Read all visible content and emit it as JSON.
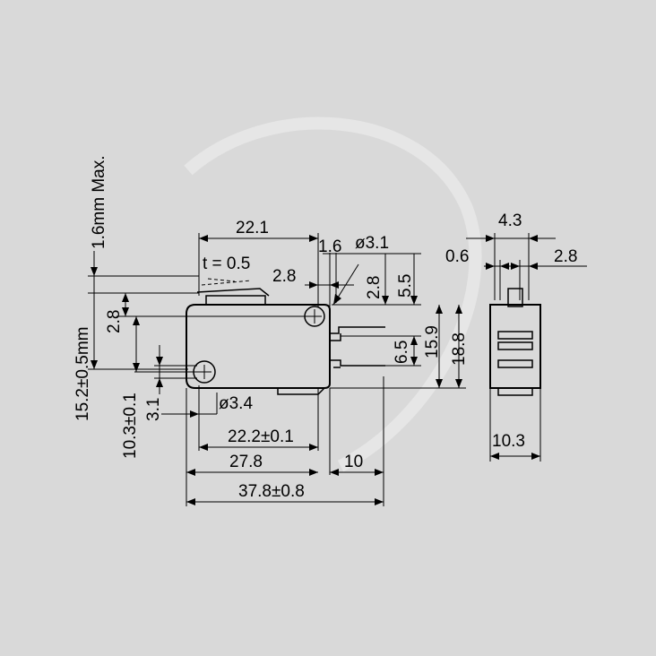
{
  "colors": {
    "background": "#d9d9d9",
    "ink": "#000000",
    "watermark": "#e6e6e6"
  },
  "dimensions": {
    "lever_length": "22.1",
    "lever_thickness": "t = 0.5",
    "lever_gap": "1.6",
    "roller_hole": "ø3.1",
    "roller_offset_x": "2.8",
    "roller_offset_y": "2.8",
    "top_height": "5.5",
    "mount_hole": "ø3.4",
    "terminal_pitch": "6.5",
    "height_15_9": "15.9",
    "height_18_8": "18.8",
    "hole_spacing": "22.2±0.1",
    "body_length": "27.8",
    "terminal_length": "10",
    "total_length": "37.8±0.8",
    "left_2_8": "2.8",
    "left_3_1": "3.1",
    "left_10_3": "10.3±0.1",
    "left_15_2": "15.2±0.5mm",
    "left_1_6_max": "1.6mm Max.",
    "side_width_4_3": "4.3",
    "side_0_6": "0.6",
    "side_2_8": "2.8",
    "side_width_10_3": "10.3"
  }
}
